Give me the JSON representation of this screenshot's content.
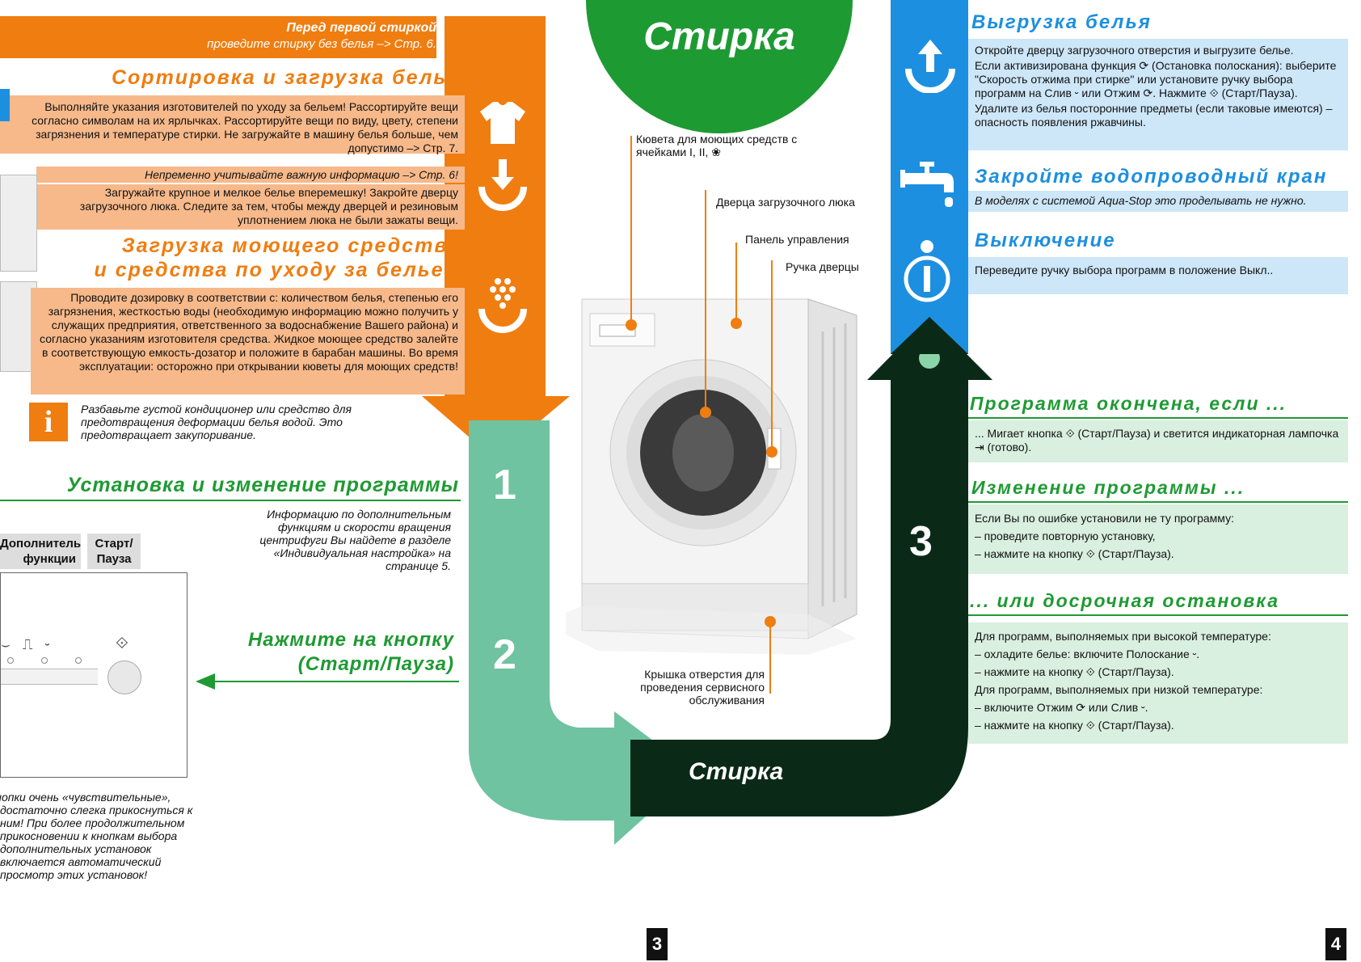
{
  "left": {
    "before_wash_title": "Перед первой стиркой",
    "before_wash_note": "проведите стирку без белья –> Стр. 6.",
    "sorting_heading": "Сортировка и загрузка белья",
    "sorting_text": "Выполняйте указания изготовителей по уходу за бельем! Рассортируйте вещи согласно символам на их ярлычках. Рассортируйте вещи по виду, цвету, степени загрязнения и температуре стирки. Не загружайте в машину белья больше, чем допустимо –> Стр. 7.",
    "important_note": "Непременно учитывайте важную информацию –> Стр. 6!",
    "loading_text": "Загружайте крупное и мелкое белье вперемешку! Закройте дверцу загрузочного люка. Следите за тем, чтобы между дверцей и резиновым уплотнением люка не были зажаты вещи.",
    "detergent_heading_1": "Загрузка моющего средства",
    "detergent_heading_2": "и средства по уходу за бельем",
    "detergent_text": "Проводите дозировку в соответствии с: количеством белья, степенью его загрязнения, жесткостью воды (необходимую информацию можно получить у служащих предприятия, ответственного за водоснабжение Вашего района) и согласно указаниям изготовителя средства. Жидкое моющее средство залейте в соответствующую емкость-дозатор и положите в барабан машины. Во время эксплуатации: осторожно при открывании кюветы для моющих средств!",
    "info_note": "Разбавьте густой кондиционер или средство для предотвращения деформации белья водой. Это предотвращает закупоривание.",
    "program_heading": "Установка и изменение программы",
    "program_info": "Информацию по дополнительным функциям и скорости вращения центрифуги Вы найдете в разделе «Индивидуальная настройка» на странице 5.",
    "tab_extra": "Дополнительные функции",
    "tab_start": "Старт/ Пауза",
    "press_button": "Нажмите на кнопку",
    "press_button_2": "(Старт/Пауза)",
    "sensitive_note": "Кнопки очень «чувствительные», достаточно слегка прикоснуться к ним! При более продолжительном прикосновении к кнопкам выбора дополнительных установок включается автоматический просмотр этих установок!"
  },
  "center": {
    "title": "Стирка",
    "wash_label": "Стирка",
    "step_numbers": [
      "1",
      "2",
      "3"
    ],
    "labels": {
      "drawer": "Кювета для моющих средств с ячейками I, II, ❀",
      "door": "Дверца загрузочного люка",
      "panel": "Панель управления",
      "handle": "Ручка дверцы",
      "service": "Крышка отверстия для проведения сервисного обслуживания"
    }
  },
  "right": {
    "unload_heading": "Выгрузка белья",
    "unload_text_1": "Откройте дверцу загрузочного отверстия и выгрузите белье.",
    "unload_text_2": "Если активизирована функция ⟳ (Остановка полоскания): выберите \"Скорость отжима при стирке\" или установите ручку выбора программ на Слив ⏑ или Отжим ⟳. Нажмите ⟐ (Старт/Пауза).",
    "unload_text_3": "Удалите из белья посторонние предметы (если таковые имеются) – опасность появления ржавчины.",
    "tap_heading": "Закройте водопроводный кран",
    "tap_text": "В моделях с системой Aqua-Stop это проделывать не нужно.",
    "off_heading": "Выключение",
    "off_text": "Переведите ручку выбора программ в положение Выкл..",
    "finished_heading": "Программа окончена, если ...",
    "finished_text": "... Мигает кнопка ⟐ (Старт/Пауза) и светится индикаторная лампочка ⇥ (готово).",
    "change_heading": "Изменение программы ...",
    "change_intro": "Если Вы по ошибке установили не ту программу:",
    "change_items": [
      "– проведите повторную установку,",
      "– нажмите на кнопку ⟐ (Старт/Пауза)."
    ],
    "stop_heading": "... или досрочная остановка",
    "stop_lines": [
      "Для программ, выполняемых при высокой температуре:",
      "– охладите белье: включите Полоскание ⏑.",
      "– нажмите на кнопку ⟐ (Старт/Пауза).",
      "Для программ, выполняемых при низкой температуре:",
      "– включите Отжим ⟳ или Слив ⏑.",
      "– нажмите на кнопку ⟐ (Старт/Пауза)."
    ]
  },
  "page_numbers": [
    "3",
    "4"
  ],
  "colors": {
    "orange": "#F07D10",
    "teal": "#6FC3A0",
    "dark_green": "#0A2A17",
    "blue": "#1C8FE0",
    "green": "#1E9A33"
  },
  "icons": [
    "shirt-icon",
    "load-icon",
    "detergent-icon",
    "unload-icon",
    "tap-icon",
    "info-icon"
  ]
}
